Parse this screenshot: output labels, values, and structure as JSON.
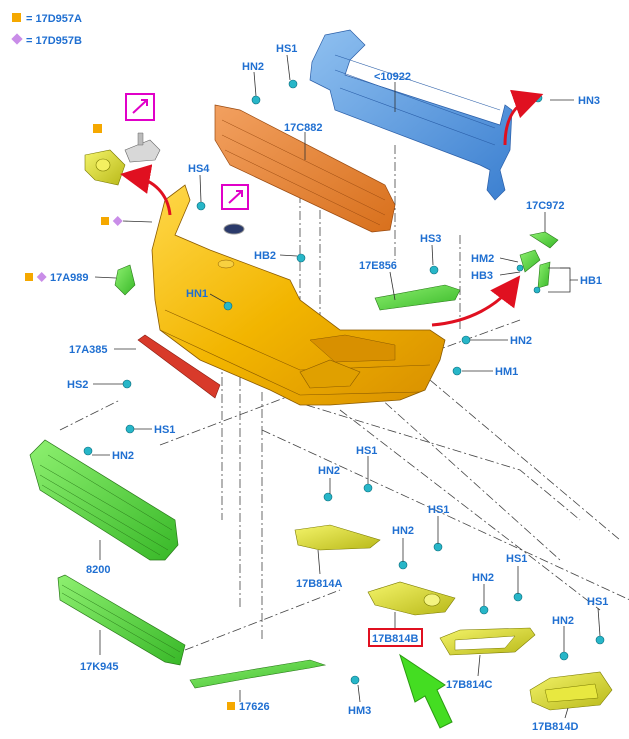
{
  "legend": [
    {
      "label": "= 17D957A",
      "color": "#f5a800",
      "shape": "square-icon"
    },
    {
      "label": "= 17D957B",
      "color": "#c98de8",
      "shape": "diamond-icon"
    }
  ],
  "labels": {
    "l10922": "<10922",
    "hn3": "HN3",
    "hs1_top": "HS1",
    "hn2_top": "HN2",
    "l17c882": "17C882",
    "hs4": "HS4",
    "l17c972": "17C972",
    "hb2": "HB2",
    "hs3": "HS3",
    "l17e856": "17E856",
    "hm2": "HM2",
    "hb3": "HB3",
    "hb1": "HB1",
    "l17a989": "17A989",
    "hn1": "HN1",
    "l17a385": "17A385",
    "hn2_right": "HN2",
    "hm1": "HM1",
    "hs2": "HS2",
    "hs1_grille": "HS1",
    "hn2_grille": "HN2",
    "l8200": "8200",
    "l17k945": "17K945",
    "hn2_a": "HN2",
    "hs1_a": "HS1",
    "l17b814a": "17B814A",
    "hn2_b": "HN2",
    "hs1_b": "HS1",
    "l17b814b": "17B814B",
    "hn2_c": "HN2",
    "hs1_c": "HS1",
    "l17b814c": "17B814C",
    "hn2_d": "HN2",
    "hs1_d": "HS1",
    "l17b814d": "17B814D",
    "l17626": "17626",
    "hm3": "HM3"
  },
  "colors": {
    "label_blue": "#1f6fd1",
    "bumper_yellow": "#f2c200",
    "beam_blue": "#5b9be0",
    "absorber_orange": "#e8893a",
    "grille_green": "#5fd64a",
    "bezel_yellow": "#d9dd2e",
    "reflector_red": "#d83a2a",
    "clip_teal": "#27b6c8",
    "highlight_red": "#e01020",
    "pink_marker": "#e000c8",
    "arrow_green": "#44dd22"
  }
}
